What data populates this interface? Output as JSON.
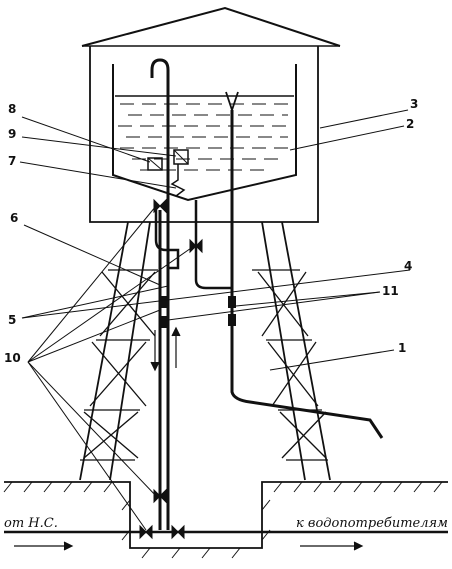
{
  "labels": {
    "l1": "1",
    "l2": "2",
    "l3": "3",
    "l4": "4",
    "l5": "5",
    "l6": "6",
    "l7": "7",
    "l8": "8",
    "l9": "9",
    "l10": "10",
    "l11": "11"
  },
  "captions": {
    "from_pump_station": "от Н.С.",
    "to_consumers": "к водопотребителям"
  }
}
